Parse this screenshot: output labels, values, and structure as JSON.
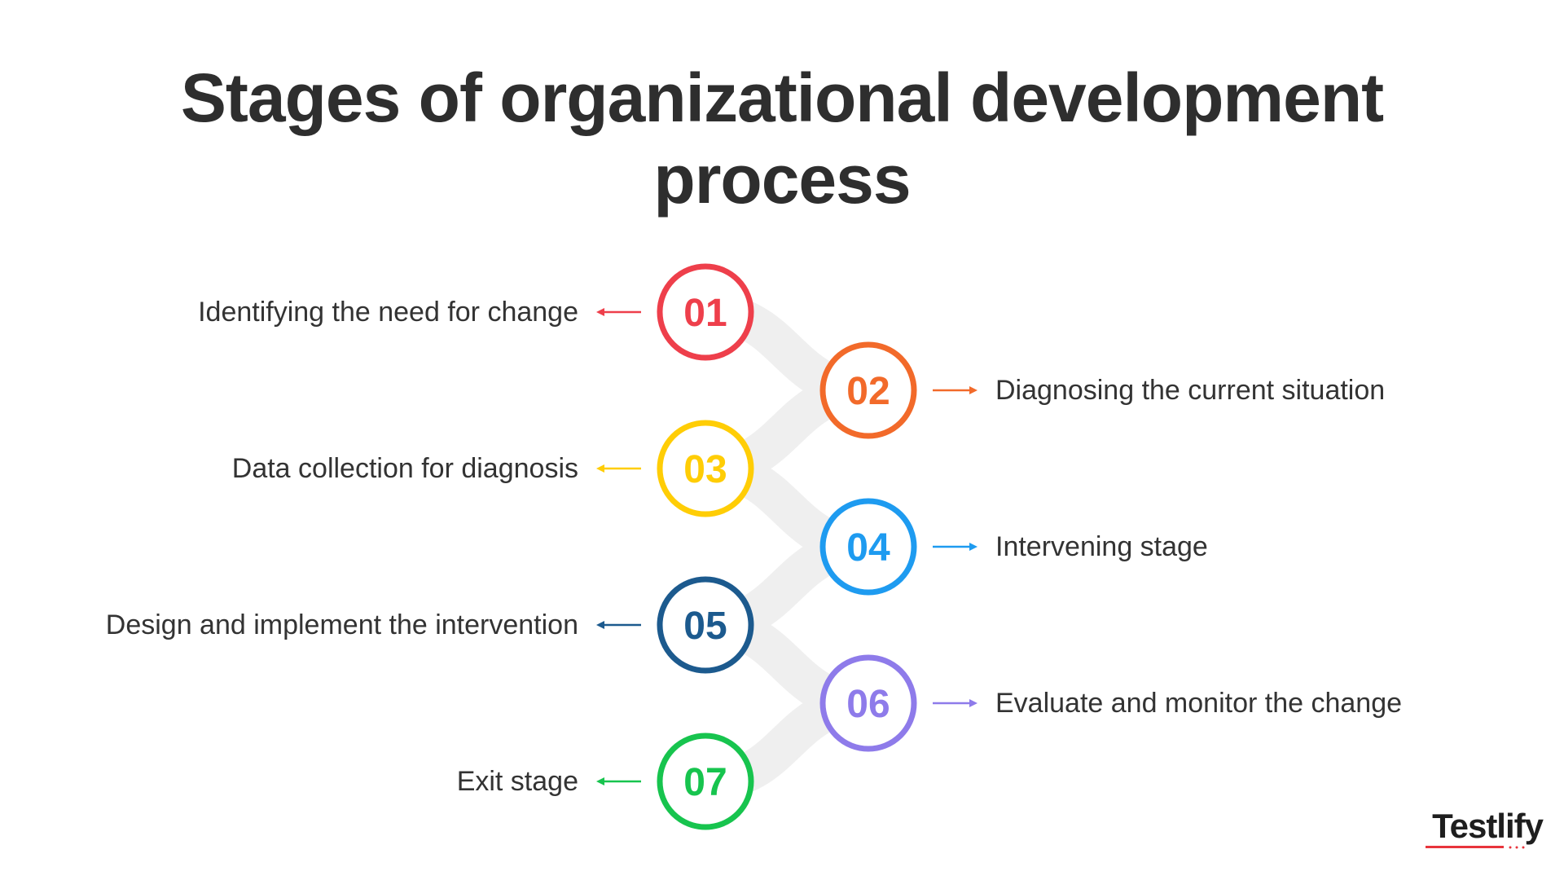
{
  "title": {
    "line1": "Stages of organizational development",
    "line2": "process"
  },
  "stages": [
    {
      "number": "01",
      "label": "Identifying the need for change",
      "color": "#EE3F4B",
      "side": "left"
    },
    {
      "number": "02",
      "label": "Diagnosing the current situation",
      "color": "#F26A2A",
      "side": "right"
    },
    {
      "number": "03",
      "label": "Data collection for diagnosis",
      "color": "#FFCD05",
      "side": "left"
    },
    {
      "number": "04",
      "label": "Intervening stage",
      "color": "#1E9BF0",
      "side": "right"
    },
    {
      "number": "05",
      "label": "Design and implement the intervention",
      "color": "#1C5A8E",
      "side": "left"
    },
    {
      "number": "06",
      "label": "Evaluate and monitor the change",
      "color": "#8E7BEA",
      "side": "right"
    },
    {
      "number": "07",
      "label": "Exit stage",
      "color": "#17C44E",
      "side": "left"
    }
  ],
  "brand": {
    "name": "Testlify",
    "accent_color": "#E8343C"
  }
}
